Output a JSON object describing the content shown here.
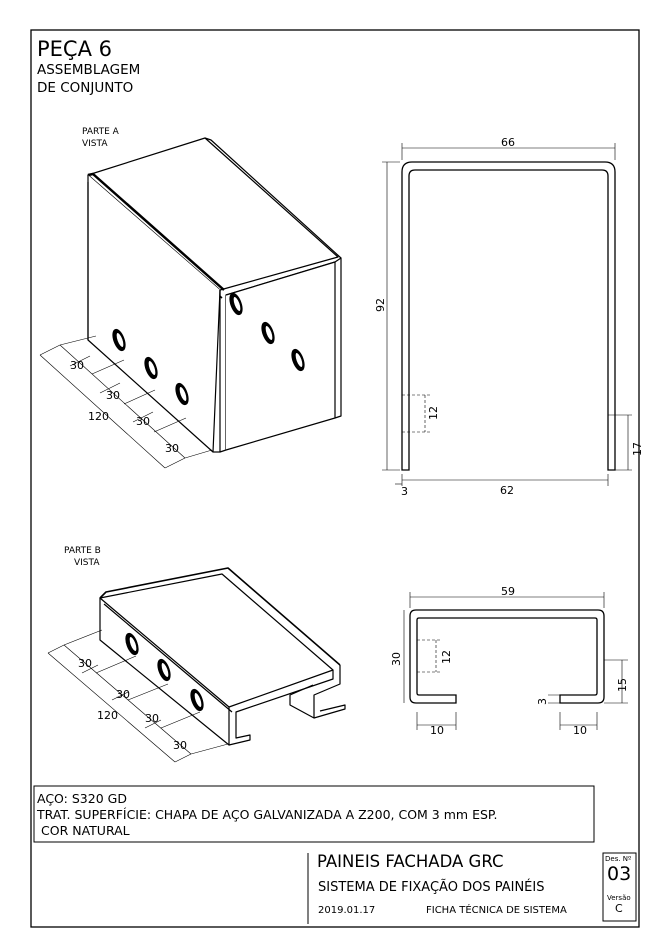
{
  "header": {
    "title": "PEÇA 6",
    "subtitle_line1": "ASSEMBLAGEM",
    "subtitle_line2": "DE CONJUNTO"
  },
  "part_a": {
    "label_line1": "PARTE A",
    "label_line2": "VISTA",
    "iso_dims": [
      "30",
      "30",
      "30",
      "30",
      "120"
    ],
    "section_dims": {
      "width_top": "66",
      "height": "92",
      "hole_spacing": "12",
      "edge": "17",
      "thickness": "3",
      "width_bottom": "62"
    }
  },
  "part_b": {
    "label_line1": "PARTE B",
    "label_line2": "VISTA",
    "iso_dims": [
      "30",
      "30",
      "30",
      "30",
      "120"
    ],
    "section_dims": {
      "width_top": "59",
      "height": "30",
      "hole_spacing": "12",
      "thickness": "3",
      "edge": "15",
      "lip_left": "10",
      "lip_right": "10"
    }
  },
  "notes": {
    "line1": "AÇO: S320 GD",
    "line2": "TRAT. SUPERFÍCIE: CHAPA DE AÇO GALVANIZADA A Z200, COM 3 mm ESP.",
    "line3": "COR NATURAL"
  },
  "title_block": {
    "project": "PAINEIS FACHADA GRC",
    "system": "SISTEMA DE FIXAÇÃO DOS PAINÉIS",
    "date": "2019.01.17",
    "sheet_type": "FICHA TÉCNICA DE SISTEMA",
    "des_label": "Des. Nº",
    "des_number": "03",
    "version_label": "Versão",
    "version_value": "C"
  }
}
